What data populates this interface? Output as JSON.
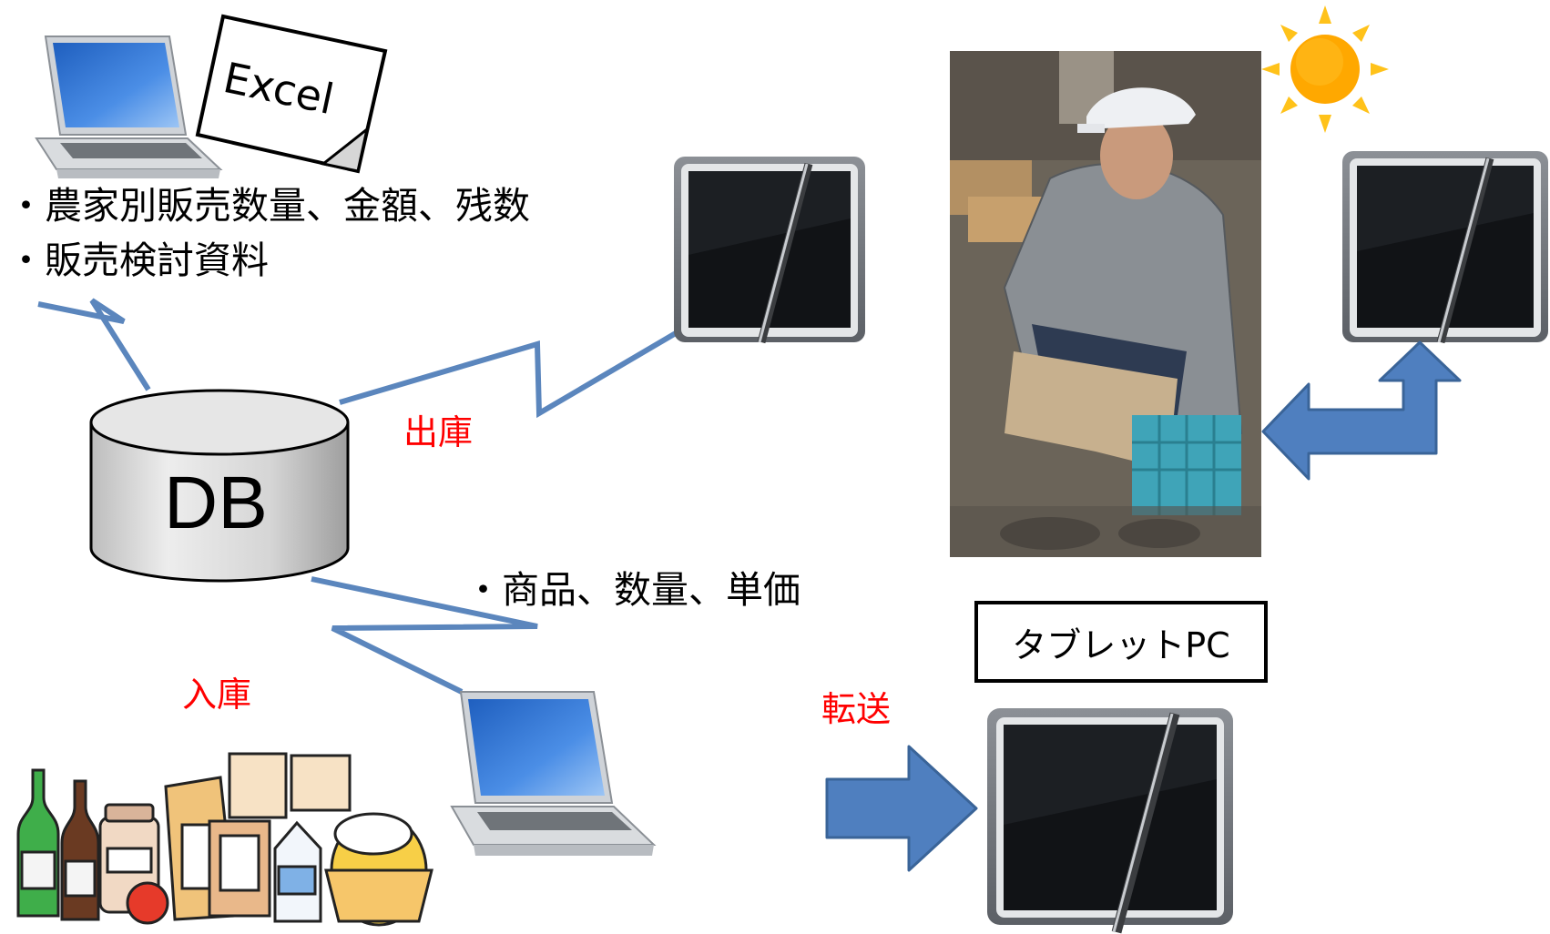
{
  "pc_labels": {
    "line1": "・農家別販売数量、金額、残数",
    "line2": "・販売検討資料"
  },
  "excel_note": {
    "text": "Excel"
  },
  "database": {
    "label": "DB"
  },
  "flows": {
    "outbound": "出庫",
    "inbound": "入庫",
    "transfer": "転送"
  },
  "entry_fields": {
    "text": "・商品、数量、単価"
  },
  "tablet_box": {
    "label": "タブレットPC"
  },
  "colors": {
    "connector": "#5b86bd",
    "arrow_fill": "#4f7fbf",
    "arrow_stroke": "#3a6498",
    "flow_label": "#ff0000",
    "sun": "#ffb400"
  },
  "icons": [
    "laptop-icon",
    "excel-document-icon",
    "tablet-pc-icon",
    "database-cylinder-icon",
    "sun-icon",
    "farm-products-icon",
    "farmer-photo"
  ]
}
